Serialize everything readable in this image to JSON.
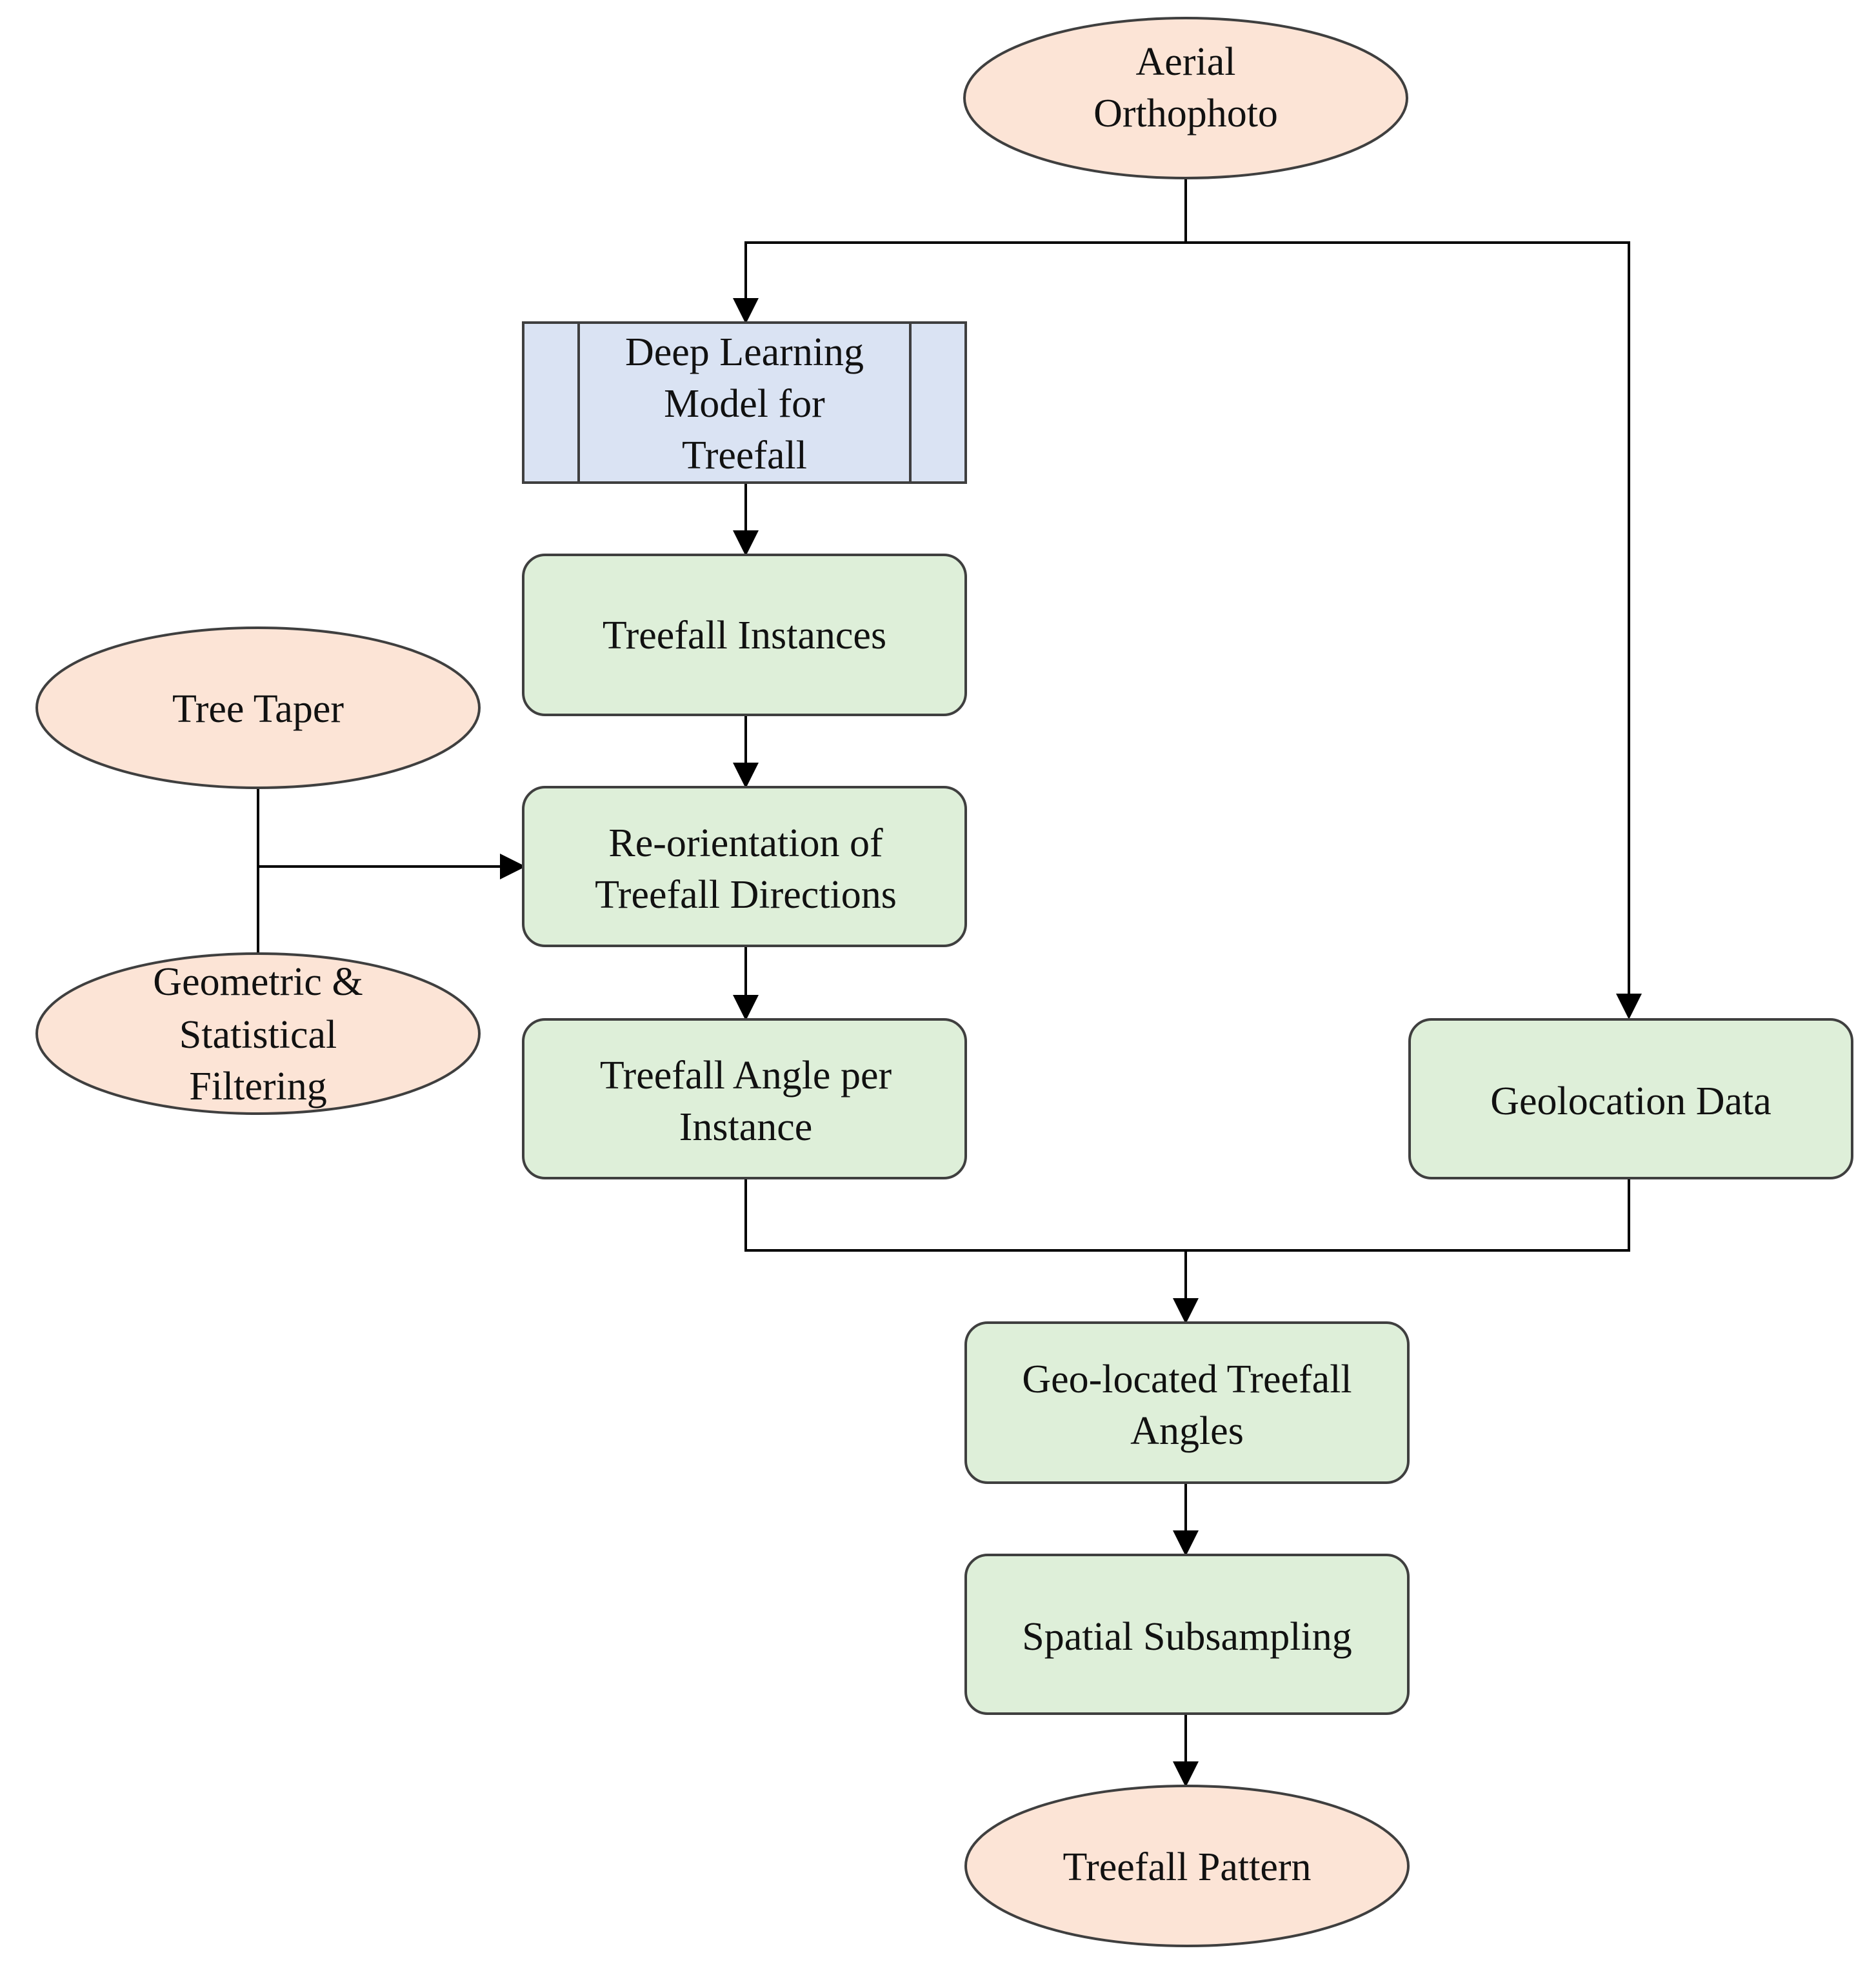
{
  "colors": {
    "input_fill": "#fce4d6",
    "model_fill": "#dae3f3",
    "process_fill": "#deefd9",
    "stroke": "#3f3f3f",
    "line": "#000000"
  },
  "nodes": {
    "aerial_orthophoto": {
      "lines": [
        "Aerial",
        "Orthophoto"
      ]
    },
    "deep_learning_model": {
      "lines": [
        "Deep Learning",
        "Model for",
        "Treefall"
      ]
    },
    "treefall_instances": {
      "lines": [
        "Treefall Instances"
      ]
    },
    "tree_taper": {
      "lines": [
        "Tree Taper"
      ]
    },
    "reorientation": {
      "lines": [
        "Re-orientation of",
        "Treefall Directions"
      ]
    },
    "geometric_filtering": {
      "lines": [
        "Geometric &",
        "Statistical",
        "Filtering"
      ]
    },
    "treefall_angle": {
      "lines": [
        "Treefall Angle per",
        "Instance"
      ]
    },
    "geolocation_data": {
      "lines": [
        "Geolocation Data"
      ]
    },
    "geo_located_angles": {
      "lines": [
        "Geo-located Treefall",
        "Angles"
      ]
    },
    "spatial_subsampling": {
      "lines": [
        "Spatial Subsampling"
      ]
    },
    "treefall_pattern": {
      "lines": [
        "Treefall Pattern"
      ]
    }
  },
  "edges": [
    {
      "from": "aerial_orthophoto",
      "to": "deep_learning_model"
    },
    {
      "from": "aerial_orthophoto",
      "to": "geolocation_data"
    },
    {
      "from": "deep_learning_model",
      "to": "treefall_instances"
    },
    {
      "from": "treefall_instances",
      "to": "reorientation"
    },
    {
      "from": "tree_taper",
      "to": "reorientation"
    },
    {
      "from": "geometric_filtering",
      "to": "reorientation"
    },
    {
      "from": "reorientation",
      "to": "treefall_angle"
    },
    {
      "from": "treefall_angle",
      "to": "geo_located_angles"
    },
    {
      "from": "geolocation_data",
      "to": "geo_located_angles"
    },
    {
      "from": "geo_located_angles",
      "to": "spatial_subsampling"
    },
    {
      "from": "spatial_subsampling",
      "to": "treefall_pattern"
    }
  ]
}
